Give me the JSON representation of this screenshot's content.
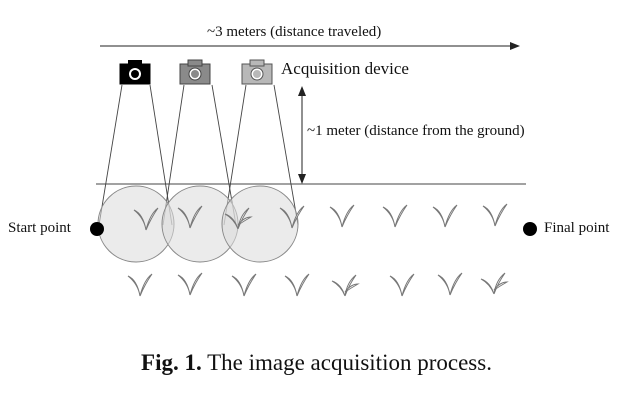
{
  "diagram": {
    "distance_label": "~3 meters (distance traveled)",
    "device_label": "Acquisition device",
    "height_label": "~1 meter (distance from the ground)",
    "start_label": "Start point",
    "final_label": "Final point",
    "camera_colors": [
      "#000000",
      "#8a8a8a",
      "#b8b8b8"
    ],
    "icons": [
      "camera-icon",
      "camera-icon",
      "camera-icon",
      "plant-icon"
    ]
  },
  "caption": {
    "prefix": "Fig. 1.",
    "text": "The image acquisition process."
  }
}
